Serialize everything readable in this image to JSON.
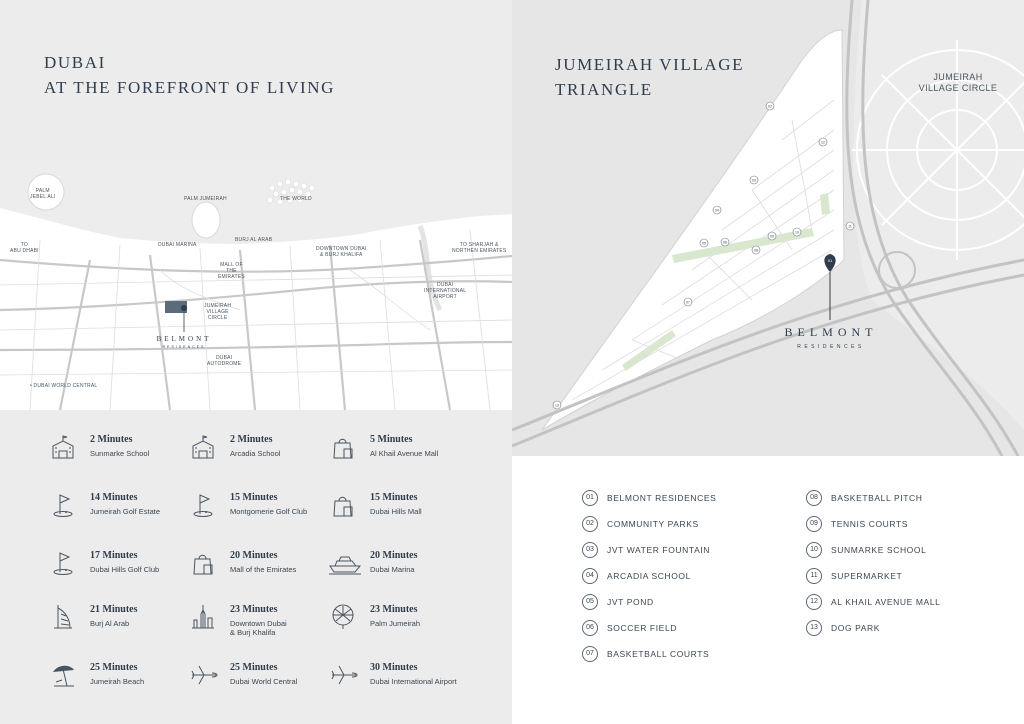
{
  "left": {
    "title_lines": [
      "DUBAI",
      "AT THE FOREFRONT OF LIVING"
    ],
    "map_labels": {
      "palm_jebel_ali": "PALM\nJEBEL ALI",
      "palm_jumeirah": "PALM JUMEIRAH",
      "the_world": "THE WORLD",
      "to_abu_dhabi": "TO\nABU DHABI",
      "dubai_marina": "DUBAI MARINA",
      "burj_al_arab": "BURJ AL ARAB",
      "downtown": "DOWNTOWN DUBAI\n& BURJ KHALIFA",
      "to_sharjah": "TO SHARJAH &\nNORTHEN EMIRATES",
      "mall_of_emirates": "MALL OF\nTHE\nEMIRATES",
      "dxb_airport": "DUBAI\nINTERNATIONAL\nAIRPORT",
      "jvc": "JUMEIRAH\nVILLAGE\nCIRCLE",
      "autodrome": "DUBAI\nAUTODROME",
      "dubai_world_central": "• DUBAI WORLD CENTRAL"
    },
    "brand_name": "BELMONT",
    "brand_sub": "RESIDENCES"
  },
  "amenities": [
    {
      "minutes": "2 Minutes",
      "place": "Sunmarke School",
      "icon": "school-icon"
    },
    {
      "minutes": "2 Minutes",
      "place": "Arcadia School",
      "icon": "school-icon"
    },
    {
      "minutes": "5 Minutes",
      "place": "Al Khail Avenue Mall",
      "icon": "shopping-bag-icon"
    },
    {
      "minutes": "14 Minutes",
      "place": "Jumeirah Golf Estate",
      "icon": "golf-flag-icon"
    },
    {
      "minutes": "15 Minutes",
      "place": "Montgomerie Golf Club",
      "icon": "golf-flag-icon"
    },
    {
      "minutes": "15 Minutes",
      "place": "Dubai Hills Mall",
      "icon": "shopping-bag-icon"
    },
    {
      "minutes": "17 Minutes",
      "place": "Dubai Hills Golf Club",
      "icon": "golf-flag-icon"
    },
    {
      "minutes": "20 Minutes",
      "place": "Mall of the Emirates",
      "icon": "shopping-bag-icon"
    },
    {
      "minutes": "20 Minutes",
      "place": "Dubai Marina",
      "icon": "yacht-icon"
    },
    {
      "minutes": "21 Minutes",
      "place": "Burj Al Arab",
      "icon": "burj-al-arab-icon"
    },
    {
      "minutes": "23 Minutes",
      "place": "Downtown Dubai\n& Burj Khalifa",
      "icon": "skyline-icon"
    },
    {
      "minutes": "23 Minutes",
      "place": "Palm Jumeirah",
      "icon": "palm-island-icon"
    },
    {
      "minutes": "25 Minutes",
      "place": "Jumeirah Beach",
      "icon": "beach-umbrella-icon"
    },
    {
      "minutes": "25 Minutes",
      "place": "Dubai World Central",
      "icon": "airplane-icon"
    },
    {
      "minutes": "30 Minutes",
      "place": "Dubai International Airport",
      "icon": "airplane-icon"
    }
  ],
  "right": {
    "title_lines": [
      "JUMEIRAH VILLAGE",
      "TRIANGLE"
    ],
    "jvc_label": "JUMEIRAH\nVILLAGE CIRCLE",
    "brand_name": "BELMONT",
    "brand_sub": "RESIDENCES",
    "pin_number": "01",
    "map_numbers": [
      "02",
      "03",
      "04",
      "05",
      "06",
      "07",
      "08",
      "09",
      "10",
      "11",
      "12",
      "13"
    ]
  },
  "legend": [
    {
      "num": "01",
      "label": "BELMONT RESIDENCES"
    },
    {
      "num": "02",
      "label": "COMMUNITY PARKS"
    },
    {
      "num": "03",
      "label": "JVT WATER FOUNTAIN"
    },
    {
      "num": "04",
      "label": "ARCADIA SCHOOL"
    },
    {
      "num": "05",
      "label": "JVT POND"
    },
    {
      "num": "06",
      "label": "SOCCER FIELD"
    },
    {
      "num": "07",
      "label": "BASKETBALL COURTS"
    },
    {
      "num": "08",
      "label": "BASKETBALL PITCH"
    },
    {
      "num": "09",
      "label": "TENNIS COURTS"
    },
    {
      "num": "10",
      "label": "SUNMARKE SCHOOL"
    },
    {
      "num": "11",
      "label": "SUPERMARKET"
    },
    {
      "num": "12",
      "label": "AL KHAIL AVENUE MALL"
    },
    {
      "num": "13",
      "label": "DOG PARK"
    }
  ]
}
